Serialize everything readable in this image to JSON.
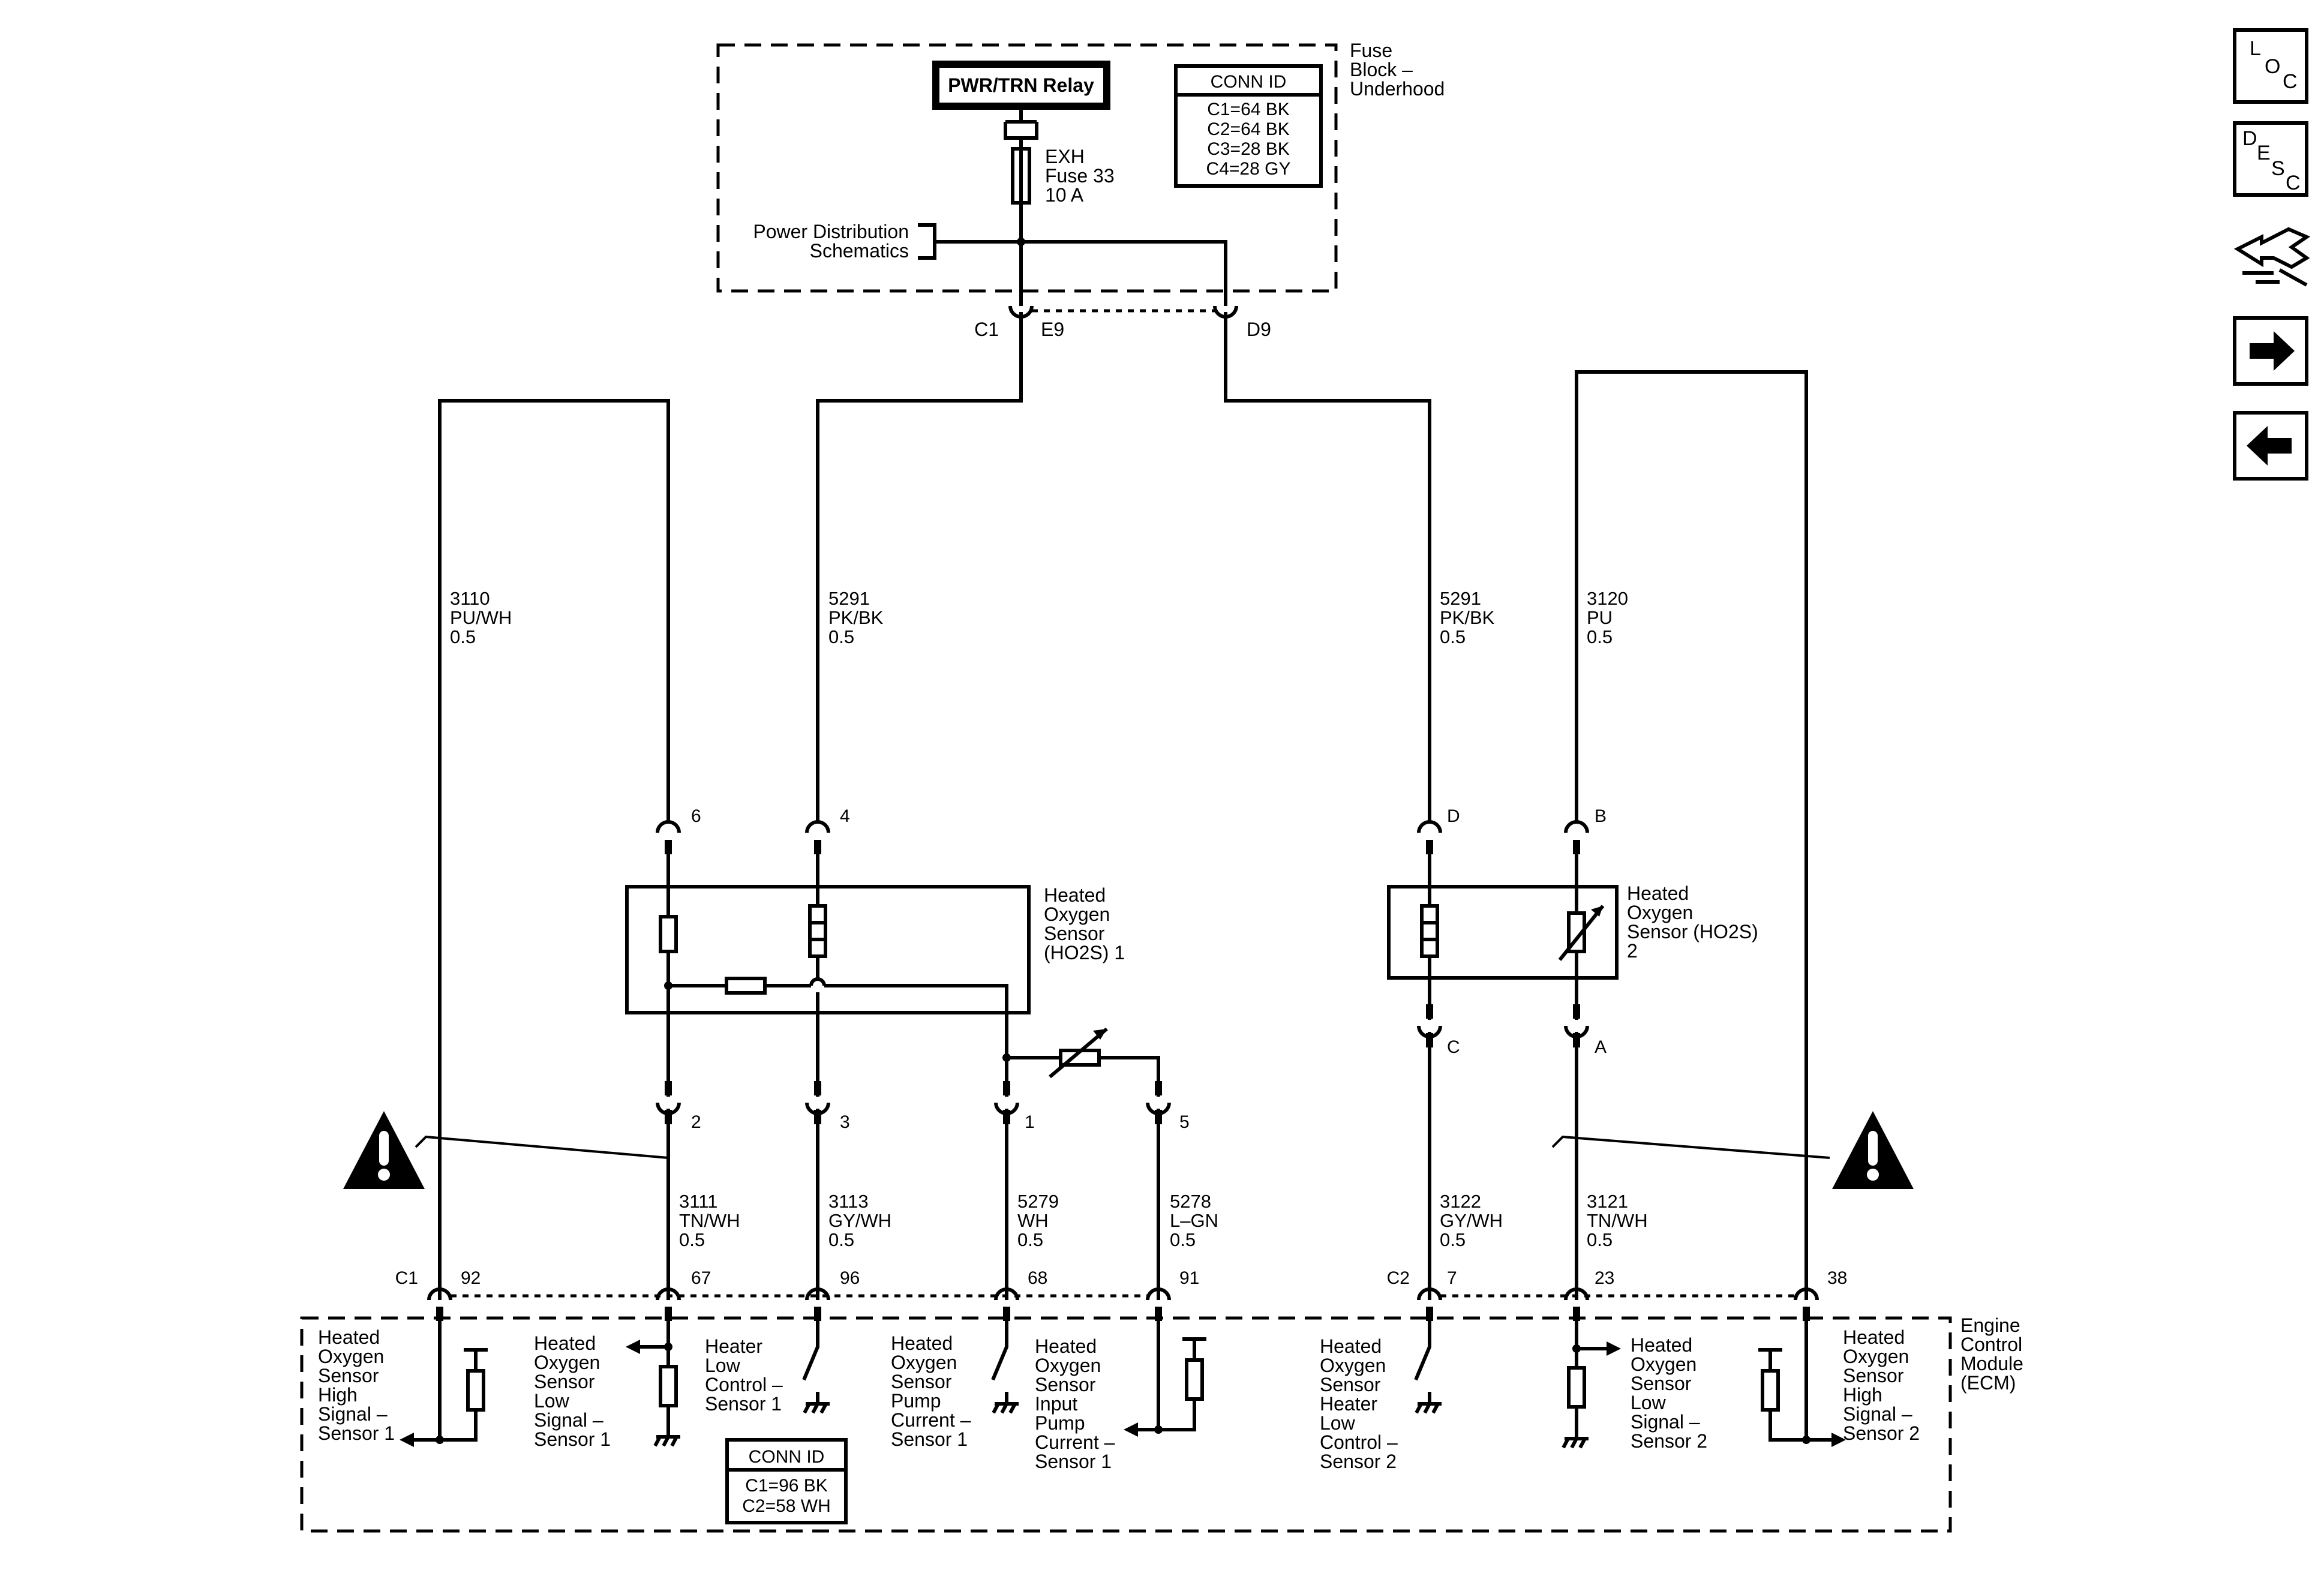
{
  "fuse_block": {
    "label": [
      "Fuse",
      "Block –",
      "Underhood"
    ],
    "relay": "PWR/TRN Relay",
    "fuse": [
      "EXH",
      "Fuse 33",
      "10 A"
    ],
    "power_distribution": [
      "Power Distribution",
      "Schematics"
    ],
    "conn_id": {
      "title": "CONN ID",
      "rows": [
        "C1=64 BK",
        "C2=64 BK",
        "C3=28 BK",
        "C4=28 GY"
      ]
    },
    "connectors": {
      "c1": "C1",
      "e9": "E9",
      "d9": "D9"
    }
  },
  "sensor1": {
    "label": [
      "Heated",
      "Oxygen",
      "Sensor",
      "(HO2S) 1"
    ],
    "pins_top": [
      "6",
      "4"
    ],
    "pins_bottom": [
      "2",
      "3",
      "1",
      "5"
    ]
  },
  "sensor2": {
    "label": [
      "Heated",
      "Oxygen",
      "Sensor (HO2S)",
      "2"
    ],
    "pins_top": [
      "D",
      "B"
    ],
    "pins_bottom": [
      "C",
      "A"
    ]
  },
  "wires": {
    "w3110": [
      "3110",
      "PU/WH",
      "0.5"
    ],
    "w5291a": [
      "5291",
      "PK/BK",
      "0.5"
    ],
    "w5291b": [
      "5291",
      "PK/BK",
      "0.5"
    ],
    "w3120": [
      "3120",
      "PU",
      "0.5"
    ],
    "w3111": [
      "3111",
      "TN/WH",
      "0.5"
    ],
    "w3113": [
      "3113",
      "GY/WH",
      "0.5"
    ],
    "w5279": [
      "5279",
      "WH",
      "0.5"
    ],
    "w5278": [
      "5278",
      "L–GN",
      "0.5"
    ],
    "w3122": [
      "3122",
      "GY/WH",
      "0.5"
    ],
    "w3121": [
      "3121",
      "TN/WH",
      "0.5"
    ]
  },
  "ecm": {
    "label": [
      "Engine",
      "Control",
      "Module",
      "(ECM)"
    ],
    "connectors": {
      "c1": "C1",
      "c2": "C2"
    },
    "pins": [
      "92",
      "67",
      "96",
      "68",
      "91",
      "7",
      "23",
      "38"
    ],
    "conn_id": {
      "title": "CONN ID",
      "rows": [
        "C1=96 BK",
        "C2=58 WH"
      ]
    },
    "circuits": {
      "high1": [
        "Heated",
        "Oxygen",
        "Sensor",
        "High",
        "Signal –",
        "Sensor 1"
      ],
      "low1": [
        "Heated",
        "Oxygen",
        "Sensor",
        "Low",
        "Signal –",
        "Sensor 1"
      ],
      "heater1": [
        "Heater",
        "Low",
        "Control –",
        "Sensor 1"
      ],
      "pump1": [
        "Heated",
        "Oxygen",
        "Sensor",
        "Pump",
        "Current –",
        "Sensor 1"
      ],
      "input1": [
        "Heated",
        "Oxygen",
        "Sensor",
        "Input",
        "Pump",
        "Current –",
        "Sensor 1"
      ],
      "heater2": [
        "Heated",
        "Oxygen",
        "Sensor",
        "Heater",
        "Low",
        "Control –",
        "Sensor 2"
      ],
      "low2": [
        "Heated",
        "Oxygen",
        "Sensor",
        "Low",
        "Signal –",
        "Sensor 2"
      ],
      "high2": [
        "Heated",
        "Oxygen",
        "Sensor",
        "High",
        "Signal –",
        "Sensor 2"
      ]
    }
  },
  "nav": {
    "loc": [
      "L",
      "O",
      "C"
    ],
    "desc": [
      "D",
      "E",
      "S",
      "C"
    ]
  }
}
